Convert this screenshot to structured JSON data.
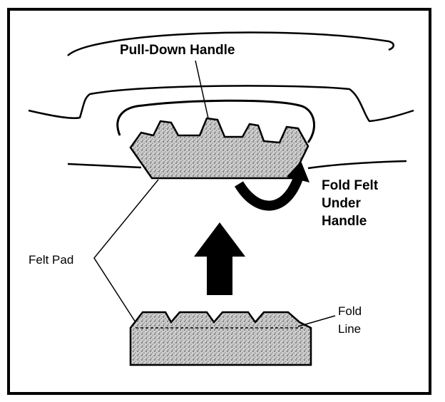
{
  "labels": {
    "handle": "Pull-Down Handle",
    "fold_felt_line1": "Fold Felt",
    "fold_felt_line2": "Under",
    "fold_felt_line3": "Handle",
    "felt_pad": "Felt Pad",
    "fold_line_line1": "Fold",
    "fold_line_line2": "Line"
  },
  "colors": {
    "ink": "#000000",
    "felt": "#cfcfcf",
    "background": "#ffffff"
  }
}
